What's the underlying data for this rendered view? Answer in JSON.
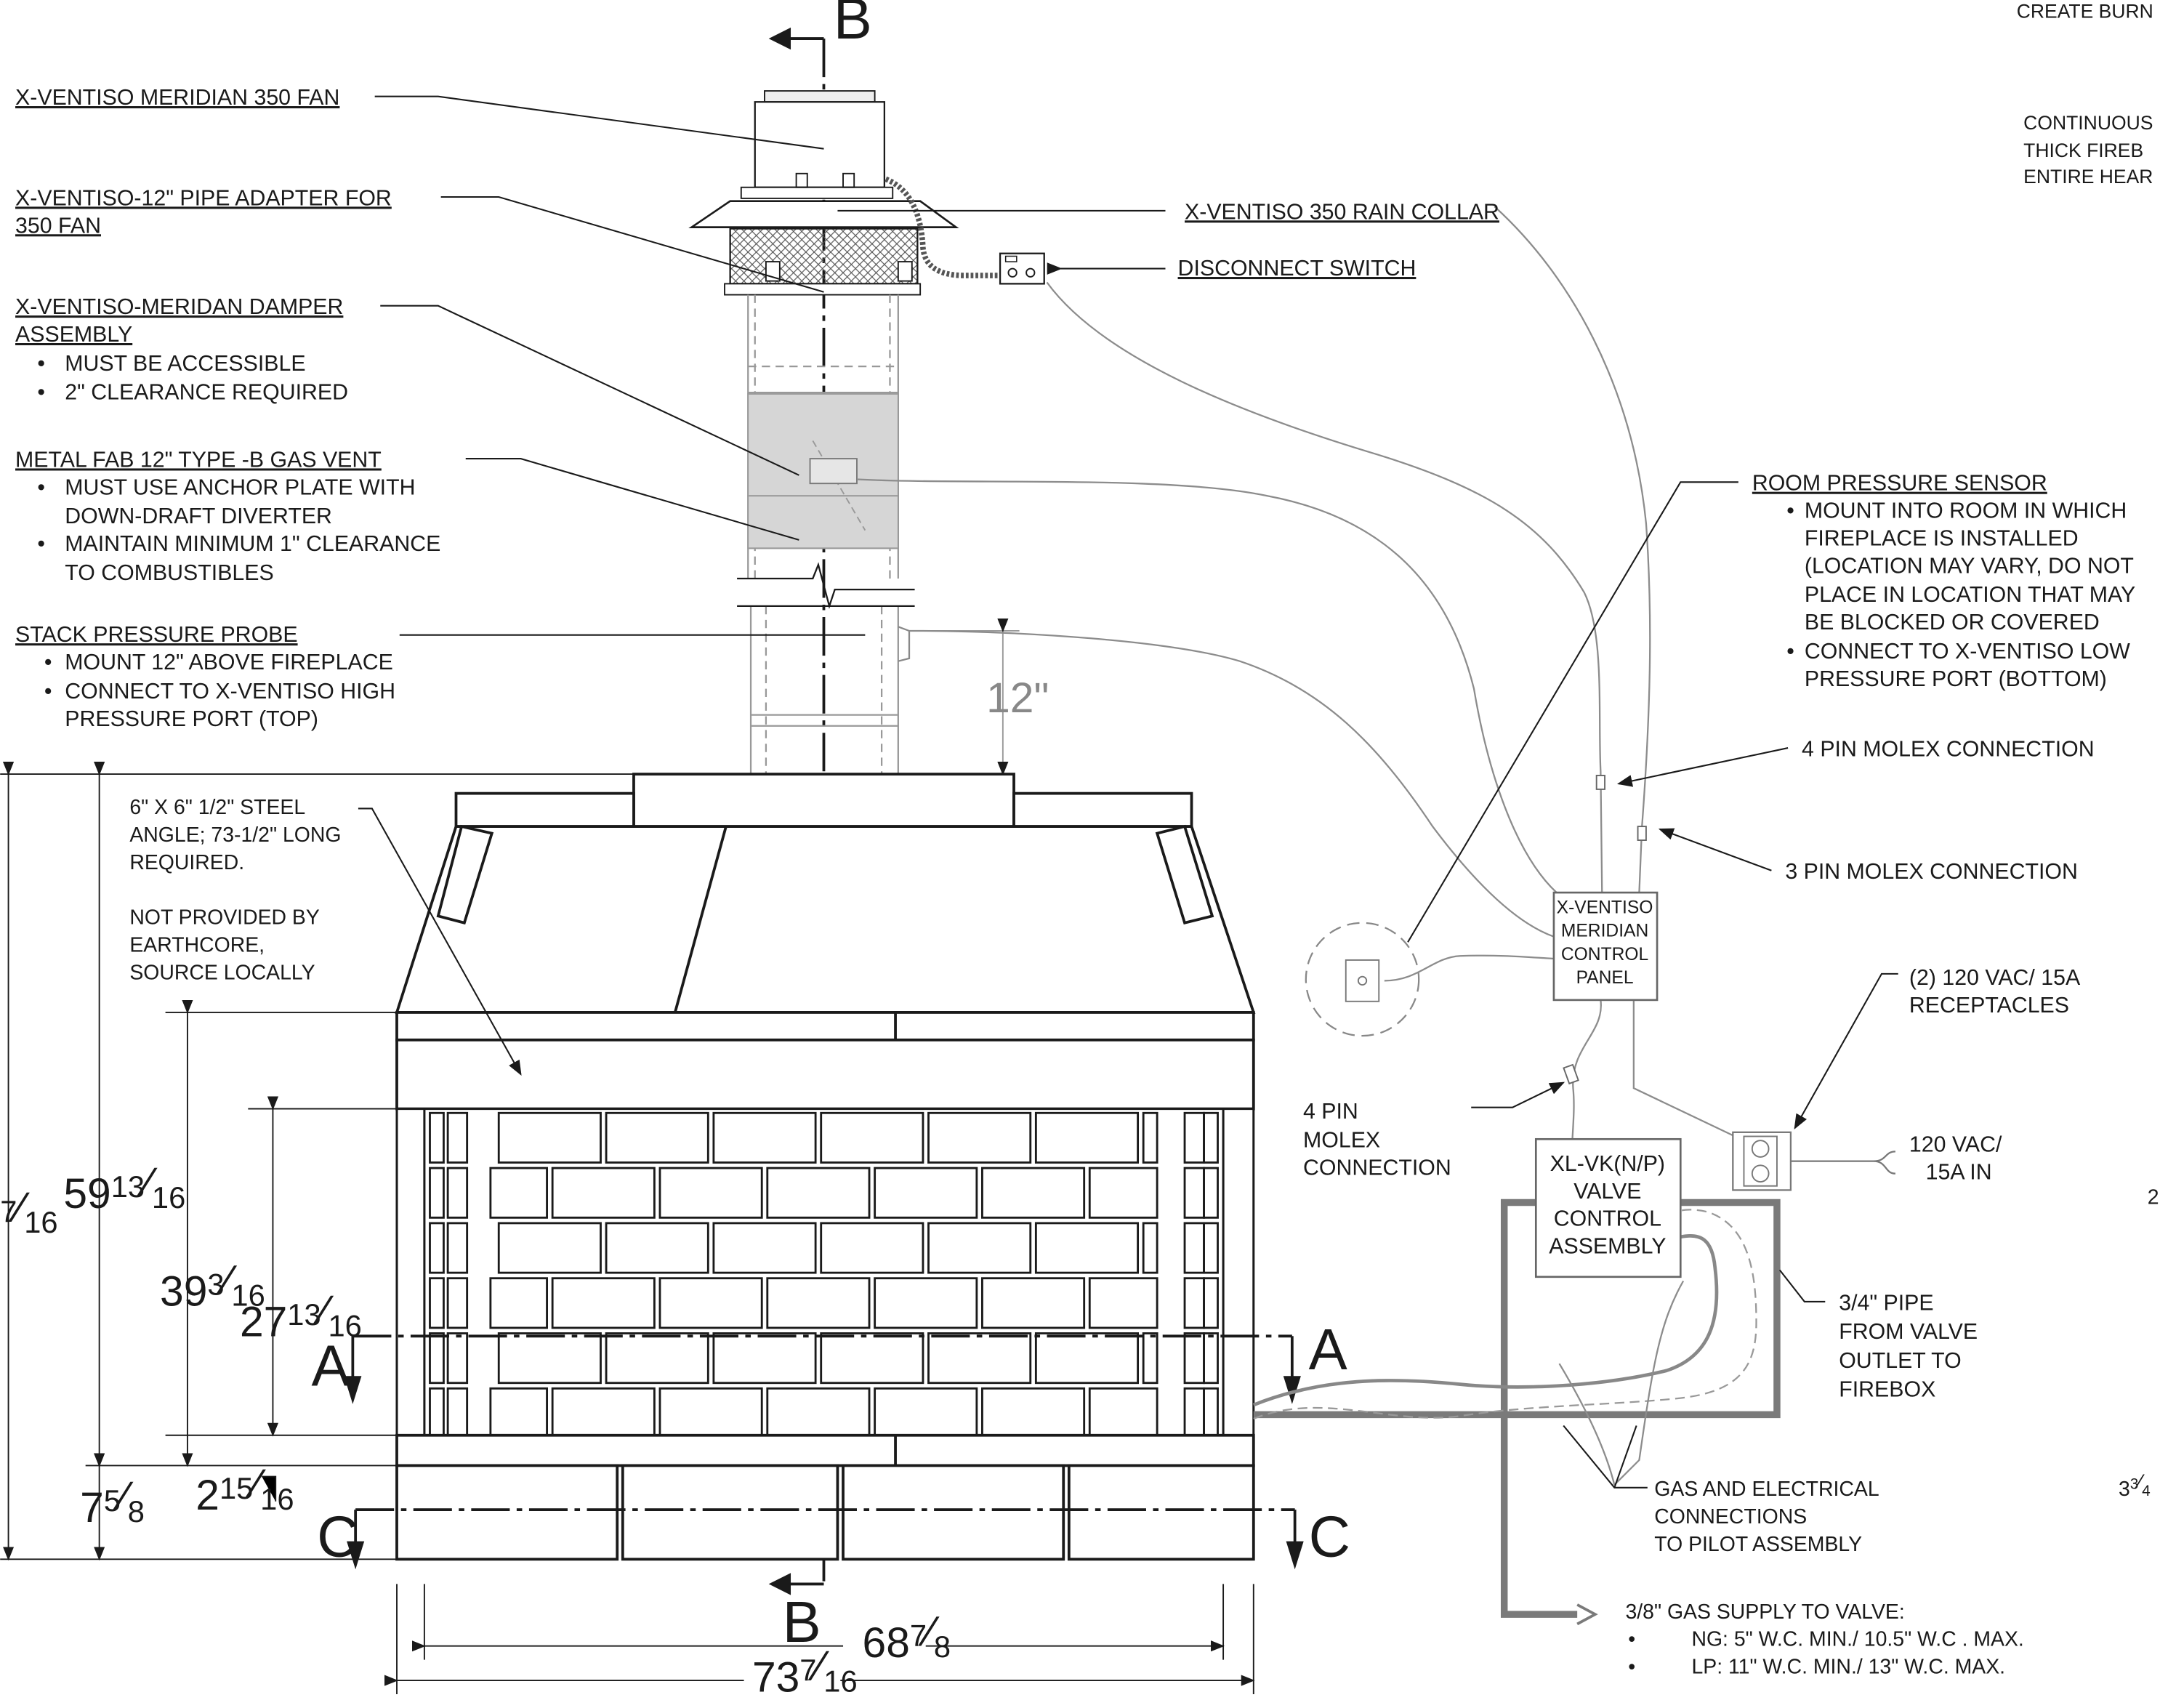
{
  "colors": {
    "ink": "#1a1a1a",
    "wire": "#8c8c8c",
    "pipe": "#7a7a7a",
    "damper_fill": "#d6d6d6",
    "dashed": "#999999"
  },
  "section_markers": {
    "b": "B",
    "a": "A",
    "c": "C"
  },
  "top_right": {
    "line1": "CREATE BURN",
    "line2": "CONTINUOUS",
    "line3": "THICK FIREB",
    "line4": "ENTIRE HEAR"
  },
  "labels": {
    "fan": "X-VENTISO MERIDIAN 350 FAN",
    "adapter_l1": "X-VENTISO-12\"  PIPE ADAPTER FOR",
    "adapter_l2": "350 FAN",
    "damper_l1": "X-VENTISO-MERIDAN DAMPER",
    "damper_l2": "ASSEMBLY",
    "damper_b1": "MUST BE ACCESSIBLE",
    "damper_b2": "2\" CLEARANCE REQUIRED",
    "vent_title": "METAL FAB 12\" TYPE -B GAS VENT",
    "vent_b1": "MUST USE ANCHOR PLATE WITH",
    "vent_b1b": "DOWN-DRAFT DIVERTER",
    "vent_b2": "MAINTAIN MINIMUM 1\" CLEARANCE",
    "vent_b2b": "TO COMBUSTIBLES",
    "probe_title": "STACK PRESSURE PROBE",
    "probe_b1": "MOUNT 12\" ABOVE FIREPLACE",
    "probe_b2": "CONNECT TO X-VENTISO HIGH",
    "probe_b2b": "PRESSURE PORT (TOP)",
    "rain_collar": "X-VENTISO 350 RAIN COLLAR",
    "disconnect": "DISCONNECT SWITCH",
    "room_title": "ROOM PRESSURE SENSOR",
    "room_b1": "MOUNT INTO ROOM IN WHICH",
    "room_b1b": "FIREPLACE IS INSTALLED",
    "room_b1c": "(LOCATION MAY VARY, DO NOT",
    "room_b1d": "PLACE IN LOCATION THAT MAY",
    "room_b1e": "BE BLOCKED OR COVERED",
    "room_b2": "CONNECT TO X-VENTISO LOW",
    "room_b2b": "PRESSURE PORT (BOTTOM)",
    "molex4_top": "4 PIN MOLEX CONNECTION",
    "molex3": "3 PIN MOLEX CONNECTION",
    "control_l1": "X-VENTISO",
    "control_l2": "MERIDIAN",
    "control_l3": "CONTROL",
    "control_l4": "PANEL",
    "receptacles_l1": "(2) 120 VAC/ 15A",
    "receptacles_l2": "RECEPTACLES",
    "molex4_l1": "4 PIN",
    "molex4_l2": "MOLEX",
    "molex4_l3": "CONNECTION",
    "vac_l1": "120 VAC/",
    "vac_l2": "15A IN",
    "valve_l1": "XL-VK(N/P)",
    "valve_l2": "VALVE",
    "valve_l3": "CONTROL",
    "valve_l4": "ASSEMBLY",
    "pipe_l1": "3/4\" PIPE",
    "pipe_l2": "FROM  VALVE",
    "pipe_l3": "OUTLET TO",
    "pipe_l4": "FIREBOX",
    "gas_l1": "GAS AND ELECTRICAL",
    "gas_l2": "CONNECTIONS",
    "gas_l3": "TO PILOT ASSEMBLY",
    "supply_title": "3/8\" GAS SUPPLY TO VALVE:",
    "supply_ng": "NG: 5\" W.C. MIN./ 10.5\" W.C . MAX.",
    "supply_lp": "LP: 11\" W.C.  MIN./ 13\" W.C.  MAX.",
    "angle_l1": "6\" X 6\" 1/2\" STEEL",
    "angle_l2": "ANGLE; 73-1/2\" LONG",
    "angle_l3": "REQUIRED.",
    "np_l1": "NOT PROVIDED BY",
    "np_l2": "EARTHCORE,",
    "np_l3": "SOURCE LOCALLY",
    "bullet": "•"
  },
  "dimensions": {
    "d12": "12\"",
    "h59": "59",
    "h59f": "13",
    "h59d": "16",
    "h39": "39",
    "h39f": "3",
    "h39d": "16",
    "h27": "27",
    "h27f": "13",
    "h27d": "16",
    "h7": "7",
    "h7f": "5",
    "h7d": "8",
    "h2": "2",
    "h2f": "15",
    "h2d": "16",
    "left_f": "7",
    "left_d": "16",
    "w68": "68",
    "w68f": "7",
    "w68d": "8",
    "w73": "73",
    "w73f": "7",
    "w73d": "16",
    "r2": "2",
    "r3": "3",
    "r3f": "3",
    "r3d": "4"
  }
}
